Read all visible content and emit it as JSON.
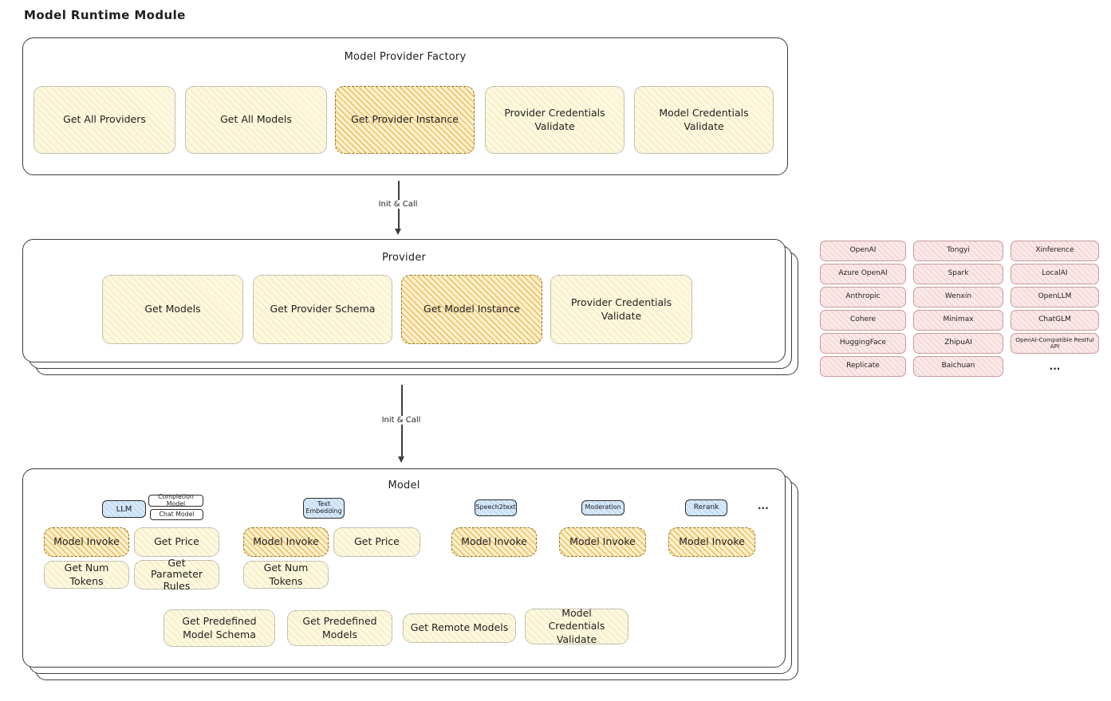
{
  "title": "Model Runtime Module",
  "colors": {
    "yellow_fill": "#fdf8e0",
    "orange_fill": "#fdf2d0",
    "orange_stripe": "#eeb24a",
    "blue_fill": "#d7e9f9",
    "pink_fill": "#fbe9e9",
    "ink": "#1e1e1e"
  },
  "factory": {
    "title": "Model Provider Factory",
    "items": [
      {
        "label": "Get All Providers"
      },
      {
        "label": "Get All Models"
      },
      {
        "label": "Get Provider Instance"
      },
      {
        "label": "Provider Credentials Validate"
      },
      {
        "label": "Model Credentials Validate"
      }
    ]
  },
  "arrows": {
    "factory_to_provider": "Init & Call",
    "provider_to_model": "Init & Call"
  },
  "provider": {
    "title": "Provider",
    "items": [
      {
        "label": "Get Models"
      },
      {
        "label": "Get Provider Schema"
      },
      {
        "label": "Get Model Instance"
      },
      {
        "label": "Provider Credentials Validate"
      }
    ]
  },
  "providers_grid": {
    "columns": [
      [
        "OpenAI",
        "Azure OpenAI",
        "Anthropic",
        "Cohere",
        "HuggingFace",
        "Replicate"
      ],
      [
        "Tongyi",
        "Spark",
        "Wenxin",
        "Minimax",
        "ZhipuAI",
        "Baichuan"
      ],
      [
        "Xinference",
        "LocalAI",
        "OpenLLM",
        "ChatGLM",
        "OpenAI-Compatible Restful API",
        "..."
      ]
    ]
  },
  "model": {
    "title": "Model",
    "tabs": {
      "llm": "LLM",
      "completion_model": "Completion Model",
      "chat_model": "Chat Model",
      "text_embedding": "Text Embedding",
      "speech2text": "Speech2text",
      "moderation": "Moderation",
      "rerank": "Rerank",
      "more": "..."
    },
    "capabilities": {
      "llm_model_invoke": "Model Invoke",
      "llm_get_price": "Get Price",
      "llm_get_num_tokens": "Get Num Tokens",
      "llm_get_parameter_rules": "Get Parameter Rules",
      "embedding_model_invoke": "Model Invoke",
      "embedding_get_price": "Get Price",
      "embedding_get_num_tokens": "Get Num Tokens",
      "speech2text_model_invoke": "Model Invoke",
      "moderation_model_invoke": "Model Invoke",
      "rerank_model_invoke": "Model Invoke"
    },
    "shared": {
      "get_predefined_model_schema": "Get Predefined Model Schema",
      "get_predefined_models": "Get Predefined Models",
      "get_remote_models": "Get Remote Models",
      "model_credentials_validate": "Model Credentials Validate"
    }
  }
}
